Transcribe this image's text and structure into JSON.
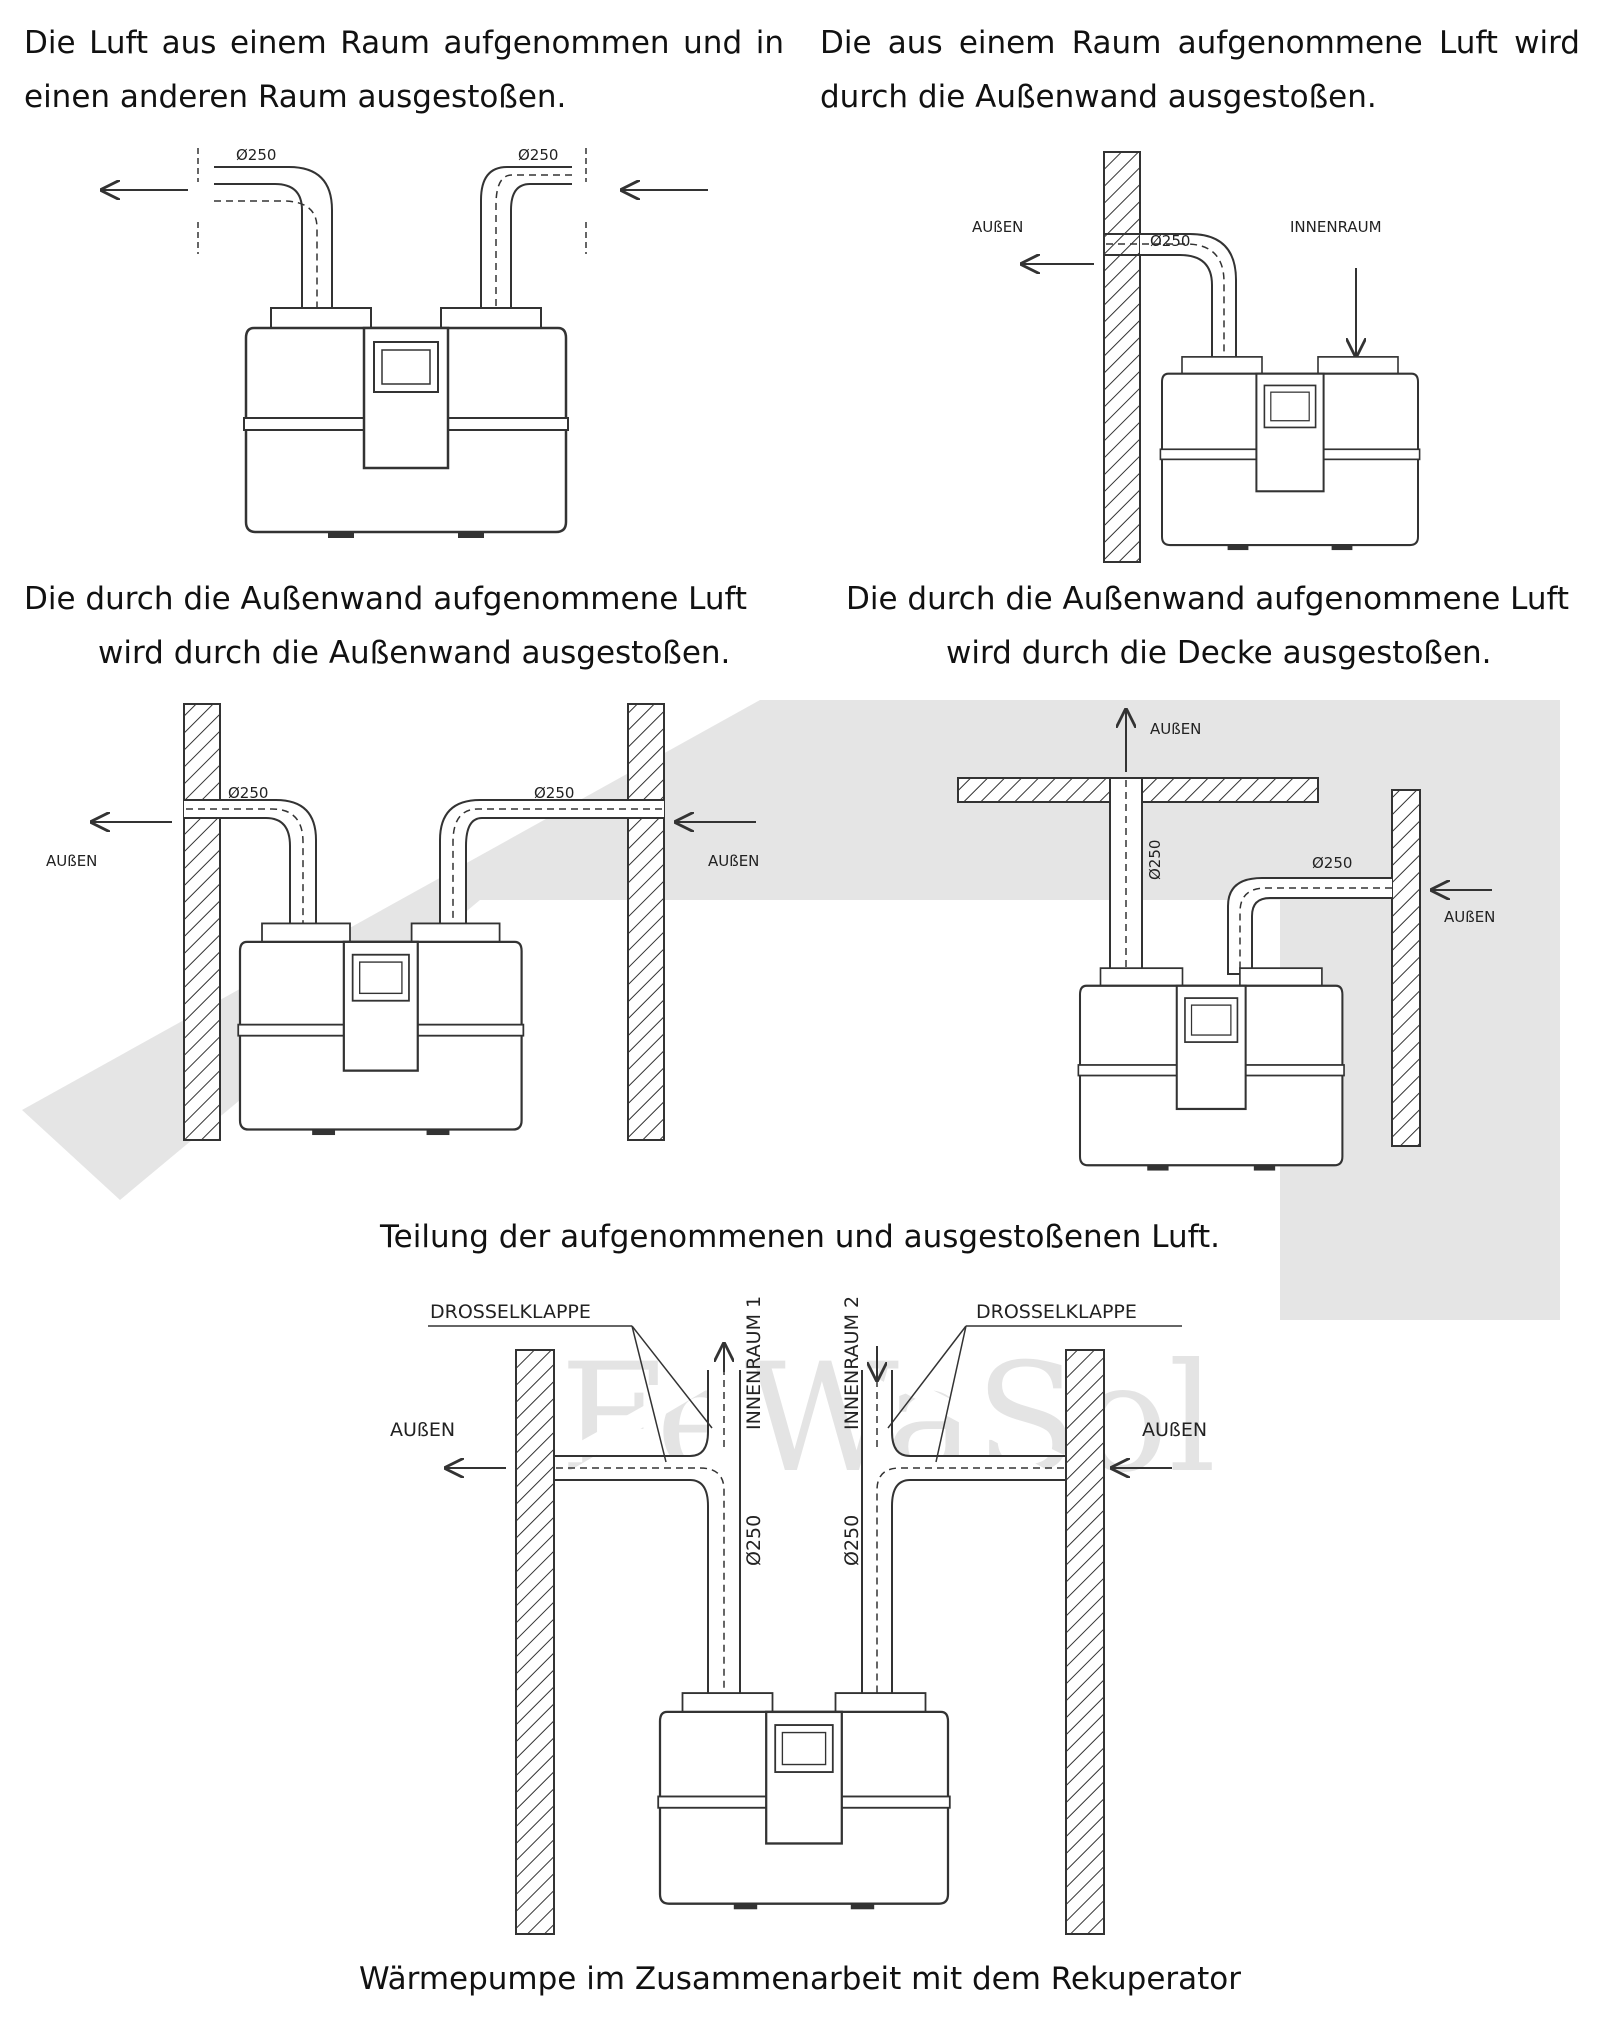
{
  "captions": {
    "c1": "Die Luft aus einem Raum aufgenommen und in einen anderen Raum ausgestoßen.",
    "c2": "Die aus einem Raum aufgenommene Luft wird durch die Außenwand ausgestoßen.",
    "c3a": "Die durch die Außenwand aufgenommene Luft",
    "c3b": "wird durch die Außenwand ausgestoßen.",
    "c4a": "Die durch die Außenwand aufgenommene Luft",
    "c4b": "wird durch die Decke ausgestoßen.",
    "c5": "Teilung der aufgenommenen und ausgestoßenen Luft.",
    "c6": "Wärmepumpe im Zusammenarbeit mit dem Rekuperator"
  },
  "labels": {
    "d250": "Ø250",
    "aussen_caps": "AUßEN",
    "aussen": "AUßEN",
    "innenraum": "INNENRAUM",
    "innenraum1": "INNENRAUM 1",
    "innenraum2": "INNENRAUM 2",
    "drosselklappe": "DROSSELKLAPPE"
  },
  "watermark": "FeWaSol"
}
